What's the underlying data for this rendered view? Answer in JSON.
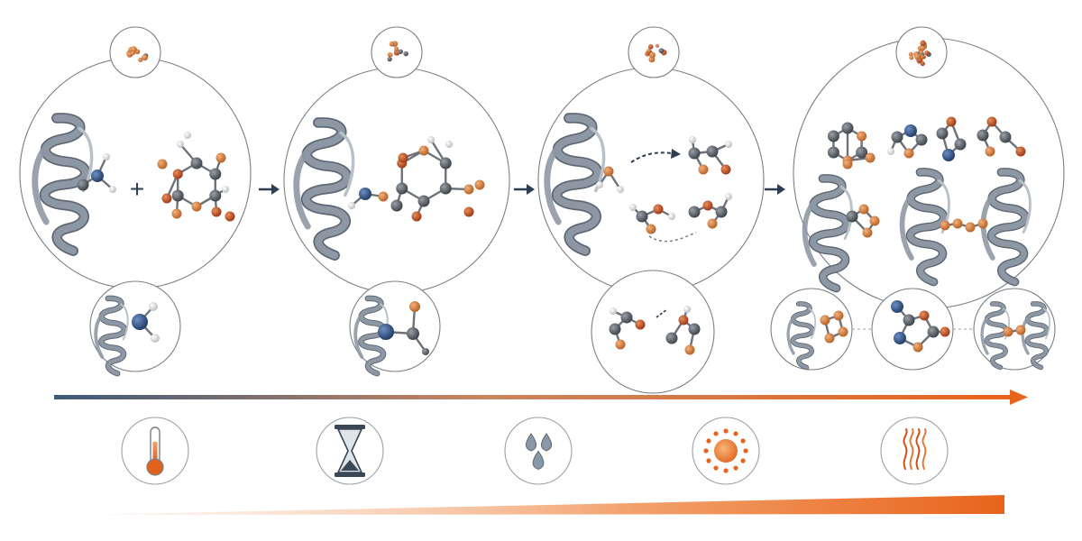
{
  "diagram": {
    "stages": [
      {
        "id": "stage-1",
        "operator": "+"
      },
      {
        "id": "stage-2",
        "operator": ""
      },
      {
        "id": "stage-3",
        "operator": ""
      },
      {
        "id": "stage-4",
        "operator": ""
      }
    ],
    "condition_icons": [
      {
        "name": "thermometer-icon"
      },
      {
        "name": "hourglass-icon"
      },
      {
        "name": "water-drops-icon"
      },
      {
        "name": "sun-icon"
      },
      {
        "name": "heat-waves-icon"
      }
    ],
    "colors": {
      "protein": "#8e98a4",
      "protein_dark": "#5e6874",
      "nitrogen": "#2f4f7f",
      "carbon": "#555b63",
      "oxygen": "#c0512a",
      "bromine": "#d07a3a",
      "hydrogen": "#e8e8e8",
      "arrow_dark": "#2e3e52",
      "gradient_start": "#3d5a7a",
      "gradient_end": "#e8641c"
    }
  }
}
